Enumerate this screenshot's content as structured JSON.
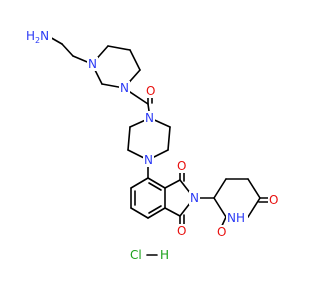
{
  "colors": {
    "carbon": "#000000",
    "nitrogen": "#2b3af5",
    "oxygen": "#e8110f",
    "hydrogen_chloride": "#1aa11a",
    "background": "#ffffff"
  },
  "labels": {
    "amine": "H2N",
    "amine_prefix": "H",
    "amine_sub": "2",
    "amine_N": "N",
    "pip1_n_top": "N",
    "pip1_n_bottom": "N",
    "carbonyl_o": "O",
    "pip2_n_top": "N",
    "pip2_n_bottom": "N",
    "imide_o_top": "O",
    "imide_n": "N",
    "imide_o_bottom": "O",
    "glut_o_right": "O",
    "glut_nh": "NH",
    "glut_o_left": "O",
    "salt_cl": "Cl",
    "salt_dash": "–",
    "salt_h": "H"
  }
}
